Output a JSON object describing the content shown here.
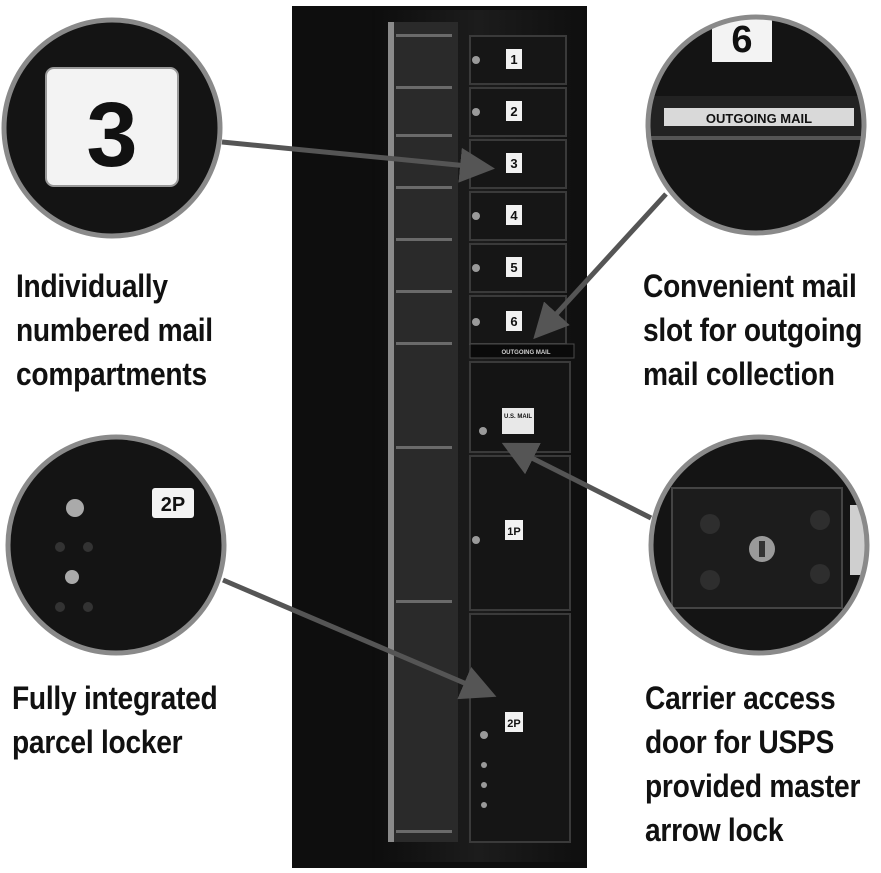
{
  "captions": {
    "top_left": [
      "Individually",
      "numbered mail",
      "compartments"
    ],
    "top_right": [
      "Convenient mail",
      "slot for outgoing",
      "mail collection"
    ],
    "bottom_left": [
      "Fully integrated",
      "parcel locker"
    ],
    "bottom_right": [
      "Carrier access",
      "door for USPS",
      "provided master",
      "arrow lock"
    ]
  },
  "mailbox": {
    "compartments": [
      "1",
      "2",
      "3",
      "4",
      "5",
      "6"
    ],
    "outgoing_slot_label": "OUTGOING MAIL",
    "carrier_door_label": "U.S. MAIL",
    "parcel_lockers": [
      "1P",
      "2P"
    ]
  },
  "callouts": {
    "number_three": "3",
    "outgoing": {
      "number": "6",
      "label": "OUTGOING MAIL"
    },
    "parcel": {
      "label": "2P"
    }
  },
  "colors": {
    "background": "#ffffff",
    "cabinet": "#141414",
    "label_plate": "#f2f2f2",
    "arrow": "#555555",
    "text": "#111111"
  }
}
